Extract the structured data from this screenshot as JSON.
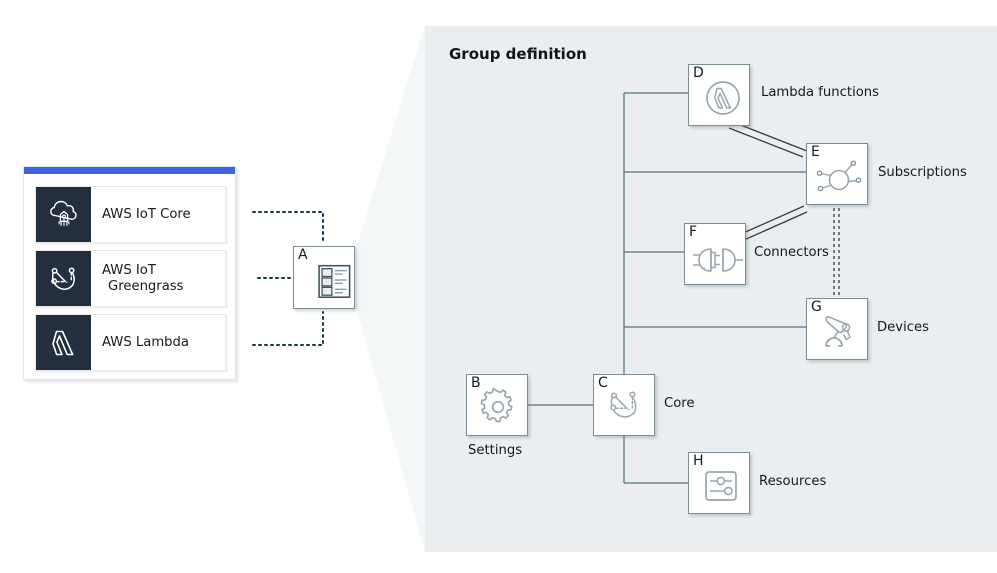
{
  "services_panel": {
    "accent_color": "#3f63e0",
    "cards": [
      {
        "label": "AWS IoT Core",
        "icon": "iot-core-cloud-icon"
      },
      {
        "label": "AWS IoT\nGreengrass",
        "label_line1": "AWS IoT",
        "label_line2": "Greengrass",
        "icon": "greengrass-icon"
      },
      {
        "label": "AWS Lambda",
        "icon": "lambda-icon"
      }
    ]
  },
  "group_panel": {
    "title": "Group definition",
    "background_color": "#eaeef0"
  },
  "nodes": {
    "A": {
      "letter": "A",
      "label": "",
      "icon": "group-list-icon"
    },
    "B": {
      "letter": "B",
      "label": "Settings",
      "icon": "gear-icon"
    },
    "C": {
      "letter": "C",
      "label": "Core",
      "icon": "greengrass-core-icon"
    },
    "D": {
      "letter": "D",
      "label": "Lambda functions",
      "icon": "lambda-circle-icon"
    },
    "E": {
      "letter": "E",
      "label": "Subscriptions",
      "icon": "subscriptions-hub-icon"
    },
    "F": {
      "letter": "F",
      "label": "Connectors",
      "icon": "plug-connector-icon"
    },
    "G": {
      "letter": "G",
      "label": "Devices",
      "icon": "robot-arm-icon"
    },
    "H": {
      "letter": "H",
      "label": "Resources",
      "icon": "sliders-icon"
    }
  },
  "colors": {
    "line": "#71868c",
    "node_border": "#7c8e93",
    "icon_stroke": "#8fa0a6",
    "service_tile": "#232f3e",
    "dotted_connector": "#1b3a4b"
  },
  "chart_data": {
    "type": "diagram",
    "title": "Group definition",
    "nodes": [
      {
        "id": "A",
        "label": "",
        "role": "greengrass-group"
      },
      {
        "id": "B",
        "label": "Settings"
      },
      {
        "id": "C",
        "label": "Core"
      },
      {
        "id": "D",
        "label": "Lambda functions"
      },
      {
        "id": "E",
        "label": "Subscriptions"
      },
      {
        "id": "F",
        "label": "Connectors"
      },
      {
        "id": "G",
        "label": "Devices"
      },
      {
        "id": "H",
        "label": "Resources"
      }
    ],
    "edges": [
      {
        "from": "C",
        "to": "D",
        "style": "solid"
      },
      {
        "from": "C",
        "to": "E",
        "style": "solid"
      },
      {
        "from": "C",
        "to": "F",
        "style": "solid"
      },
      {
        "from": "C",
        "to": "G",
        "style": "solid"
      },
      {
        "from": "C",
        "to": "H",
        "style": "solid"
      },
      {
        "from": "B",
        "to": "C",
        "style": "solid"
      },
      {
        "from": "D",
        "to": "E",
        "style": "double-diagonal"
      },
      {
        "from": "F",
        "to": "E",
        "style": "double-diagonal"
      },
      {
        "from": "E",
        "to": "G",
        "style": "double-dashed"
      },
      {
        "from": "services",
        "to": "A",
        "style": "dotted"
      }
    ]
  }
}
